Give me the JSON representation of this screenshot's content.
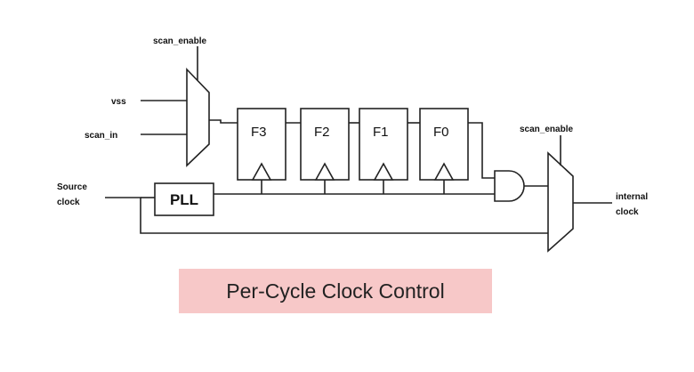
{
  "signals": {
    "scan_enable_top": "scan_enable",
    "vss": "vss",
    "scan_in": "scan_in",
    "source_clock_line1": "Source",
    "source_clock_line2": "clock",
    "scan_enable_right": "scan_enable",
    "internal_clock_line1": "internal",
    "internal_clock_line2": "clock"
  },
  "blocks": {
    "pll": "PLL",
    "flip_flops": [
      "F3",
      "F2",
      "F1",
      "F0"
    ]
  },
  "caption": "Per-Cycle Clock Control",
  "colors": {
    "caption_background": "#f7c8c8",
    "line": "#222222"
  }
}
